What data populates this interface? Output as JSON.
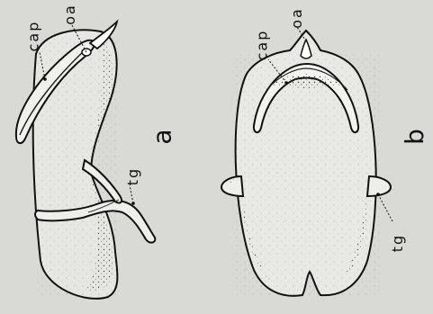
{
  "figure": {
    "panel_a": {
      "letter": "a",
      "labels": {
        "cap": "cap",
        "oa": "oa",
        "tg": "tg"
      }
    },
    "panel_b": {
      "letter": "b",
      "labels": {
        "cap": "cap",
        "oa": "oa",
        "tg": "tg"
      }
    }
  },
  "colors": {
    "background": "#d9d9d6",
    "ink": "#111111"
  }
}
